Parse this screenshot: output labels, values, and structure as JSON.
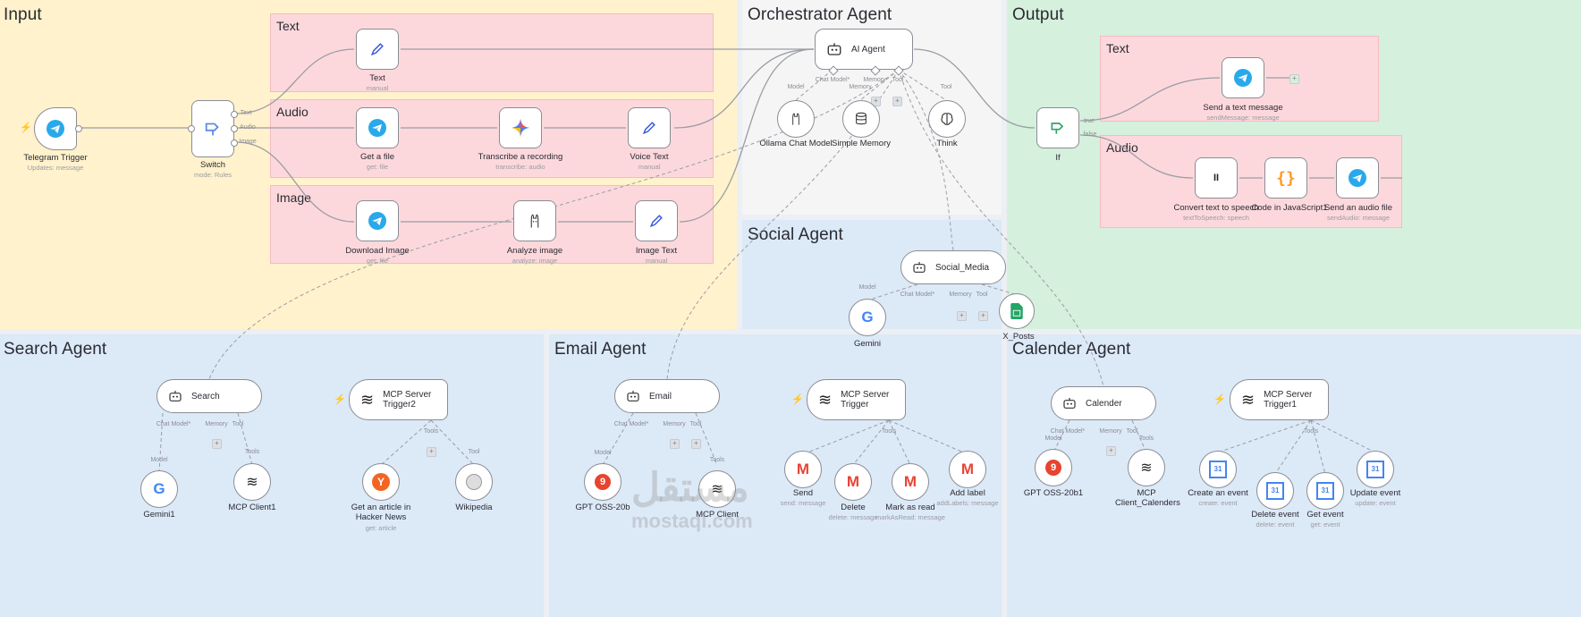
{
  "colors": {
    "input_bg": "#fff2cc",
    "orchestrator_bg": "#f5f5f5",
    "output_bg": "#d5f0dc",
    "agent_bg": "#dce9f7",
    "sub_bg": "#fcd8dc"
  },
  "sections": {
    "input": "Input",
    "orchestrator": "Orchestrator Agent",
    "output": "Output",
    "social": "Social Agent",
    "search": "Search Agent",
    "email": "Email Agent",
    "calender": "Calender Agent"
  },
  "subsections": {
    "text": "Text",
    "audio": "Audio",
    "image": "Image",
    "out_text": "Text",
    "out_audio": "Audio"
  },
  "nodes": {
    "telegram_trigger": {
      "label": "Telegram Trigger",
      "sub": "Updates: message",
      "icon": "telegram-icon"
    },
    "switch": {
      "label": "Switch",
      "sub": "mode: Rules",
      "icon": "switch-icon",
      "outputs": [
        "Text",
        "Audio",
        "Image"
      ]
    },
    "text": {
      "label": "Text",
      "sub": "manual",
      "icon": "pencil-icon"
    },
    "get_file": {
      "label": "Get a file",
      "sub": "get: file",
      "icon": "telegram-icon"
    },
    "transcribe": {
      "label": "Transcribe a recording",
      "sub": "transcribe: audio",
      "icon": "gemini-icon"
    },
    "voice_text": {
      "label": "Voice Text",
      "sub": "manual",
      "icon": "pencil-icon"
    },
    "download_image": {
      "label": "Download Image",
      "sub": "get: file",
      "icon": "telegram-icon"
    },
    "analyze_image": {
      "label": "Analyze image",
      "sub": "analyze: image",
      "icon": "ollama-icon"
    },
    "image_text": {
      "label": "Image Text",
      "sub": "manual",
      "icon": "pencil-icon"
    },
    "ai_agent": {
      "label": "AI Agent",
      "icon": "robot-icon",
      "ports": [
        "Chat Model*",
        "Memory",
        "Tool"
      ]
    },
    "ollama": {
      "label": "Ollama Chat Model",
      "port": "Model",
      "icon": "ollama-icon"
    },
    "simple_memory": {
      "label": "Simple Memory",
      "port": "Memory",
      "icon": "database-icon"
    },
    "think": {
      "label": "Think",
      "port": "Tool",
      "icon": "brain-icon"
    },
    "if": {
      "label": "If",
      "icon": "if-icon",
      "outputs": [
        "true",
        "false"
      ]
    },
    "send_text": {
      "label": "Send a text message",
      "sub": "sendMessage: message",
      "icon": "telegram-icon"
    },
    "tts": {
      "label": "Convert text to speech",
      "sub": "textToSpeech: speech",
      "icon": "pause-icon"
    },
    "code_js": {
      "label": "Code in JavaScript1",
      "icon": "code-icon"
    },
    "send_audio": {
      "label": "Send an audio file",
      "sub": "sendAudio: message",
      "icon": "telegram-icon"
    },
    "social_media": {
      "label": "Social_Media",
      "icon": "robot-icon",
      "ports": [
        "Chat Model*",
        "Memory",
        "Tool"
      ]
    },
    "gemini_social": {
      "label": "Gemini",
      "port": "Model",
      "icon": "google-icon"
    },
    "x_posts": {
      "label": "X_Posts",
      "icon": "sheets-icon"
    },
    "search": {
      "label": "Search",
      "icon": "robot-icon",
      "ports": [
        "Chat Model*",
        "Memory",
        "Tool"
      ]
    },
    "gemini1": {
      "label": "Gemini1",
      "port": "Model",
      "icon": "google-icon"
    },
    "mcp_client1": {
      "label": "MCP Client1",
      "port": "Tools",
      "icon": "mcp-icon"
    },
    "mcp_trigger2": {
      "label": "MCP Server Trigger2",
      "icon": "mcp-icon",
      "port": "Tools"
    },
    "hacker_news": {
      "label": "Get an article in Hacker News",
      "sub": "get: article",
      "port": "Tool",
      "icon": "ycombinator-icon"
    },
    "wikipedia": {
      "label": "Wikipedia",
      "port": "Tool",
      "icon": "wikipedia-icon"
    },
    "email": {
      "label": "Email",
      "icon": "robot-icon",
      "ports": [
        "Chat Model*",
        "Memory",
        "Tool"
      ]
    },
    "gpt_oss": {
      "label": "GPT OSS-20b",
      "port": "Model",
      "icon": "openrouter-icon"
    },
    "mcp_client": {
      "label": "MCP Client",
      "port": "Tools",
      "icon": "mcp-icon"
    },
    "mcp_trigger": {
      "label": "MCP Server Trigger",
      "icon": "mcp-icon",
      "port": "Tools"
    },
    "gmail_send": {
      "label": "Send",
      "sub": "send: message",
      "icon": "gmail-icon"
    },
    "gmail_delete": {
      "label": "Delete",
      "sub": "delete: message",
      "icon": "gmail-icon"
    },
    "gmail_read": {
      "label": "Mark as read",
      "sub": "markAsRead: message",
      "icon": "gmail-icon"
    },
    "gmail_label": {
      "label": "Add label",
      "sub": "addLabels: message",
      "icon": "gmail-icon"
    },
    "calender": {
      "label": "Calender",
      "icon": "robot-icon",
      "ports": [
        "Chat Model*",
        "Memory",
        "Tool"
      ]
    },
    "gpt_oss1": {
      "label": "GPT OSS-20b1",
      "port": "Model",
      "icon": "openrouter-icon"
    },
    "mcp_cal": {
      "label": "MCP Client_Calenders",
      "port": "Tools",
      "icon": "mcp-icon"
    },
    "mcp_trigger1": {
      "label": "MCP Server Trigger1",
      "icon": "mcp-icon",
      "port": "Tools"
    },
    "cal_create": {
      "label": "Create an event",
      "sub": "create: event",
      "icon": "gcal-icon"
    },
    "cal_delete": {
      "label": "Delete event",
      "sub": "delete: event",
      "icon": "gcal-icon"
    },
    "cal_get": {
      "label": "Get event",
      "sub": "get: event",
      "icon": "gcal-icon"
    },
    "cal_update": {
      "label": "Update event",
      "sub": "update: event",
      "icon": "gcal-icon"
    }
  },
  "watermark": {
    "arabic": "مستقل",
    "latin": "mostaql.com"
  }
}
